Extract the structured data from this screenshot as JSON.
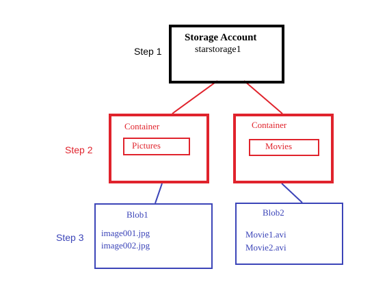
{
  "steps": {
    "step1": "Step 1",
    "step2": "Step 2",
    "step3": "Step 3"
  },
  "account": {
    "title": "Storage Account",
    "name": "starstorage1"
  },
  "containers": {
    "left": {
      "label": "Container",
      "name": "Pictures"
    },
    "right": {
      "label": "Container",
      "name": "Movies"
    }
  },
  "blobs": {
    "blob1": {
      "label": "Blob1",
      "files": [
        "image001.jpg",
        "image002.jpg"
      ]
    },
    "blob2": {
      "label": "Blob2",
      "files": [
        "Movie1.avi",
        "Movie2.avi"
      ]
    }
  },
  "colors": {
    "account": "#000000",
    "container": "#e0232c",
    "blob": "#3b44b8"
  }
}
